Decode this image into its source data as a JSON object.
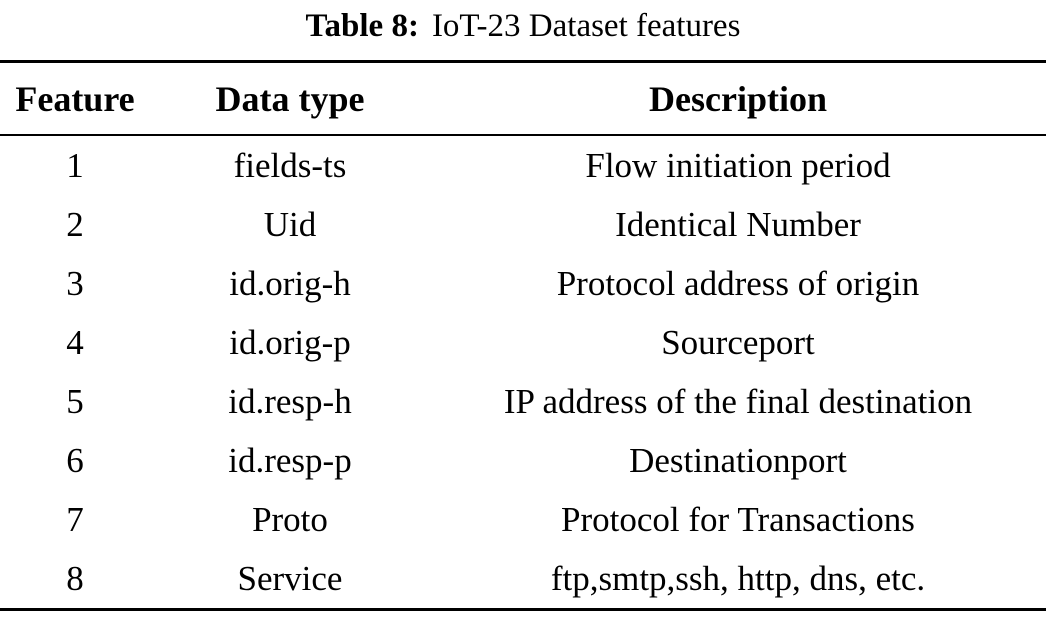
{
  "caption": {
    "label": "Table 8:",
    "title": "IoT-23 Dataset features"
  },
  "table": {
    "columns": [
      "Feature",
      "Data type",
      "Description"
    ],
    "rows": [
      {
        "feature": "1",
        "data_type": "fields-ts",
        "description": "Flow initiation period"
      },
      {
        "feature": "2",
        "data_type": "Uid",
        "description": "Identical Number"
      },
      {
        "feature": "3",
        "data_type": "id.orig-h",
        "description": "Protocol address of origin"
      },
      {
        "feature": "4",
        "data_type": "id.orig-p",
        "description": "Sourceport"
      },
      {
        "feature": "5",
        "data_type": "id.resp-h",
        "description": "IP address of the final destination"
      },
      {
        "feature": "6",
        "data_type": "id.resp-p",
        "description": "Destinationport"
      },
      {
        "feature": "7",
        "data_type": "Proto",
        "description": "Protocol for Transactions"
      },
      {
        "feature": "8",
        "data_type": "Service",
        "description": "ftp,smtp,ssh, http, dns, etc."
      }
    ]
  },
  "colors": {
    "text": "#000000",
    "background": "#ffffff",
    "rule": "#000000"
  }
}
